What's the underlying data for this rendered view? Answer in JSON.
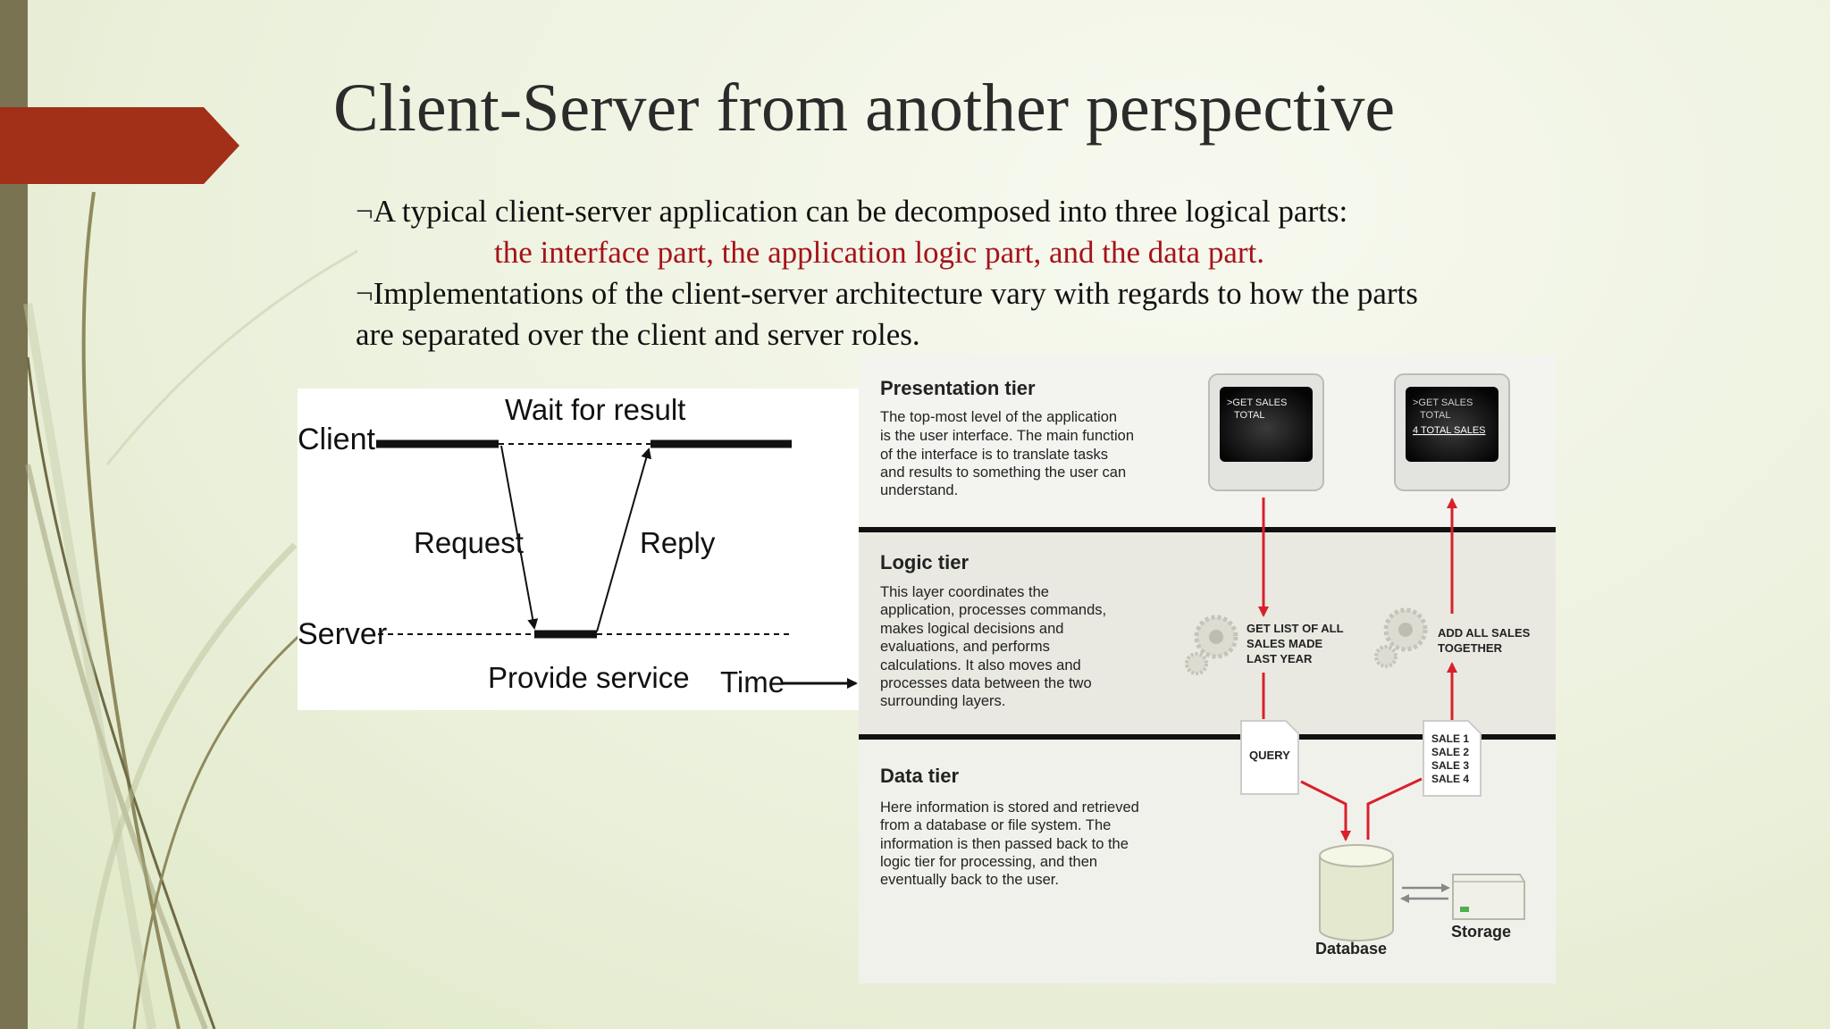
{
  "slide": {
    "title": "Client-Server from another perspective",
    "bullets": [
      {
        "symbol": "¬",
        "text": "A typical client-server application can be decomposed into three logical parts:",
        "highlight": "the interface part, the application logic part, and the data part."
      },
      {
        "symbol": "¬",
        "text": "Implementations of the client-server architecture vary with regards to how the parts are separated over the client and server roles."
      }
    ],
    "highlight_color": "#a5131a"
  },
  "timing_diagram": {
    "client_label": "Client",
    "server_label": "Server",
    "wait_label": "Wait for result",
    "request_label": "Request",
    "reply_label": "Reply",
    "provide_label": "Provide service",
    "time_label": "Time"
  },
  "tiers": {
    "presentation": {
      "title": "Presentation tier",
      "desc_lines": [
        "The top-most level of the application",
        "is the user interface. The main function",
        "of the interface is to translate tasks",
        "and results to something the user can",
        "understand."
      ],
      "monitor1_lines": [
        ">GET SALES",
        "TOTAL"
      ],
      "monitor2_lines": [
        ">GET SALES",
        "TOTAL"
      ],
      "monitor2_result": "4 TOTAL SALES"
    },
    "logic": {
      "title": "Logic tier",
      "desc_lines": [
        "This layer coordinates the",
        "application, processes commands,",
        "makes logical decisions and",
        "evaluations, and performs",
        "calculations.  It also moves and",
        "processes data between the two",
        "surrounding layers."
      ],
      "step1_lines": [
        "GET LIST OF ALL",
        "SALES MADE",
        "LAST YEAR"
      ],
      "step2_lines": [
        "ADD ALL SALES",
        "TOGETHER"
      ]
    },
    "data": {
      "title": "Data tier",
      "desc_lines": [
        "Here information is stored and retrieved",
        "from a database or file system.  The",
        "information is then passed back to the",
        "logic tier for processing, and then",
        "eventually back to the user."
      ],
      "query_label": "QUERY",
      "sales_lines": [
        "SALE 1",
        "SALE 2",
        "SALE 3",
        "SALE 4"
      ],
      "database_label": "Database",
      "storage_label": "Storage"
    },
    "colors": {
      "arrow": "#d9202a",
      "divider": "#111111"
    }
  }
}
